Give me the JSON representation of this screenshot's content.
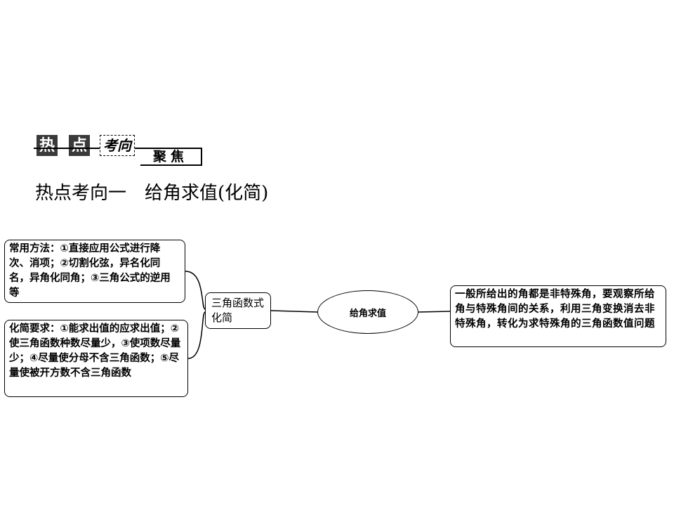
{
  "banner": {
    "char1": "热",
    "char2": "点",
    "char3": "考向",
    "char4": "聚焦"
  },
  "heading": "热点考向一　给角求值(化简)",
  "mindmap": {
    "left_top_box": "常用方法：①直接应用公式进行降次、消项；②切割化弦，异名化同名，异角化同角；③三角公式的逆用等",
    "left_bottom_box": "化简要求：①能求出值的应求出值；②使三角函数种数尽量少，③使项数尽量少；④尽量使分母不含三角函数；⑤尽量使被开方数不含三角函数",
    "middle_box": "三角函数式化简",
    "center_node": "给角求值",
    "right_box": "一般所给出的角都是非特殊角，要观察所给角与特殊角间的关系，利用三角变换消去非特殊角，转化为求特殊角的三角函数值问题"
  }
}
